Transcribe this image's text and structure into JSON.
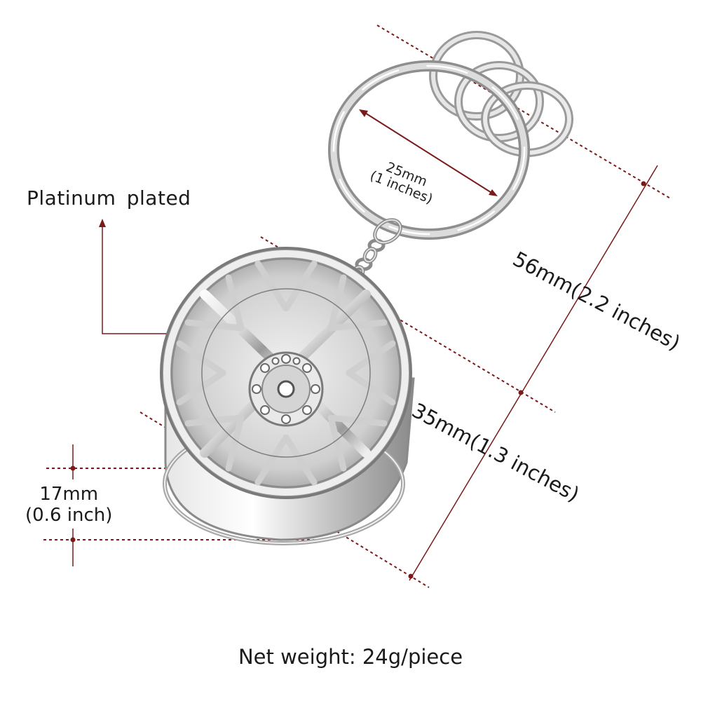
{
  "labels": {
    "plated": "Platinum  plated",
    "ring_diameter_mm": "25mm",
    "ring_diameter_in": "(1 inches)",
    "total_length": "56mm(2.2 inches)",
    "wheel_diameter": "35mm(1.3 inches)",
    "wheel_width_mm": "17mm",
    "wheel_width_in": "(0.6 inch)",
    "net_weight": "Net weight: 24g/piece"
  },
  "colors": {
    "dimension_line": "#7a1a1a",
    "metal_light": "#f4f4f4",
    "metal_mid": "#c8c8c8",
    "metal_dark": "#6e6e6e",
    "text": "#1a1a1a"
  }
}
